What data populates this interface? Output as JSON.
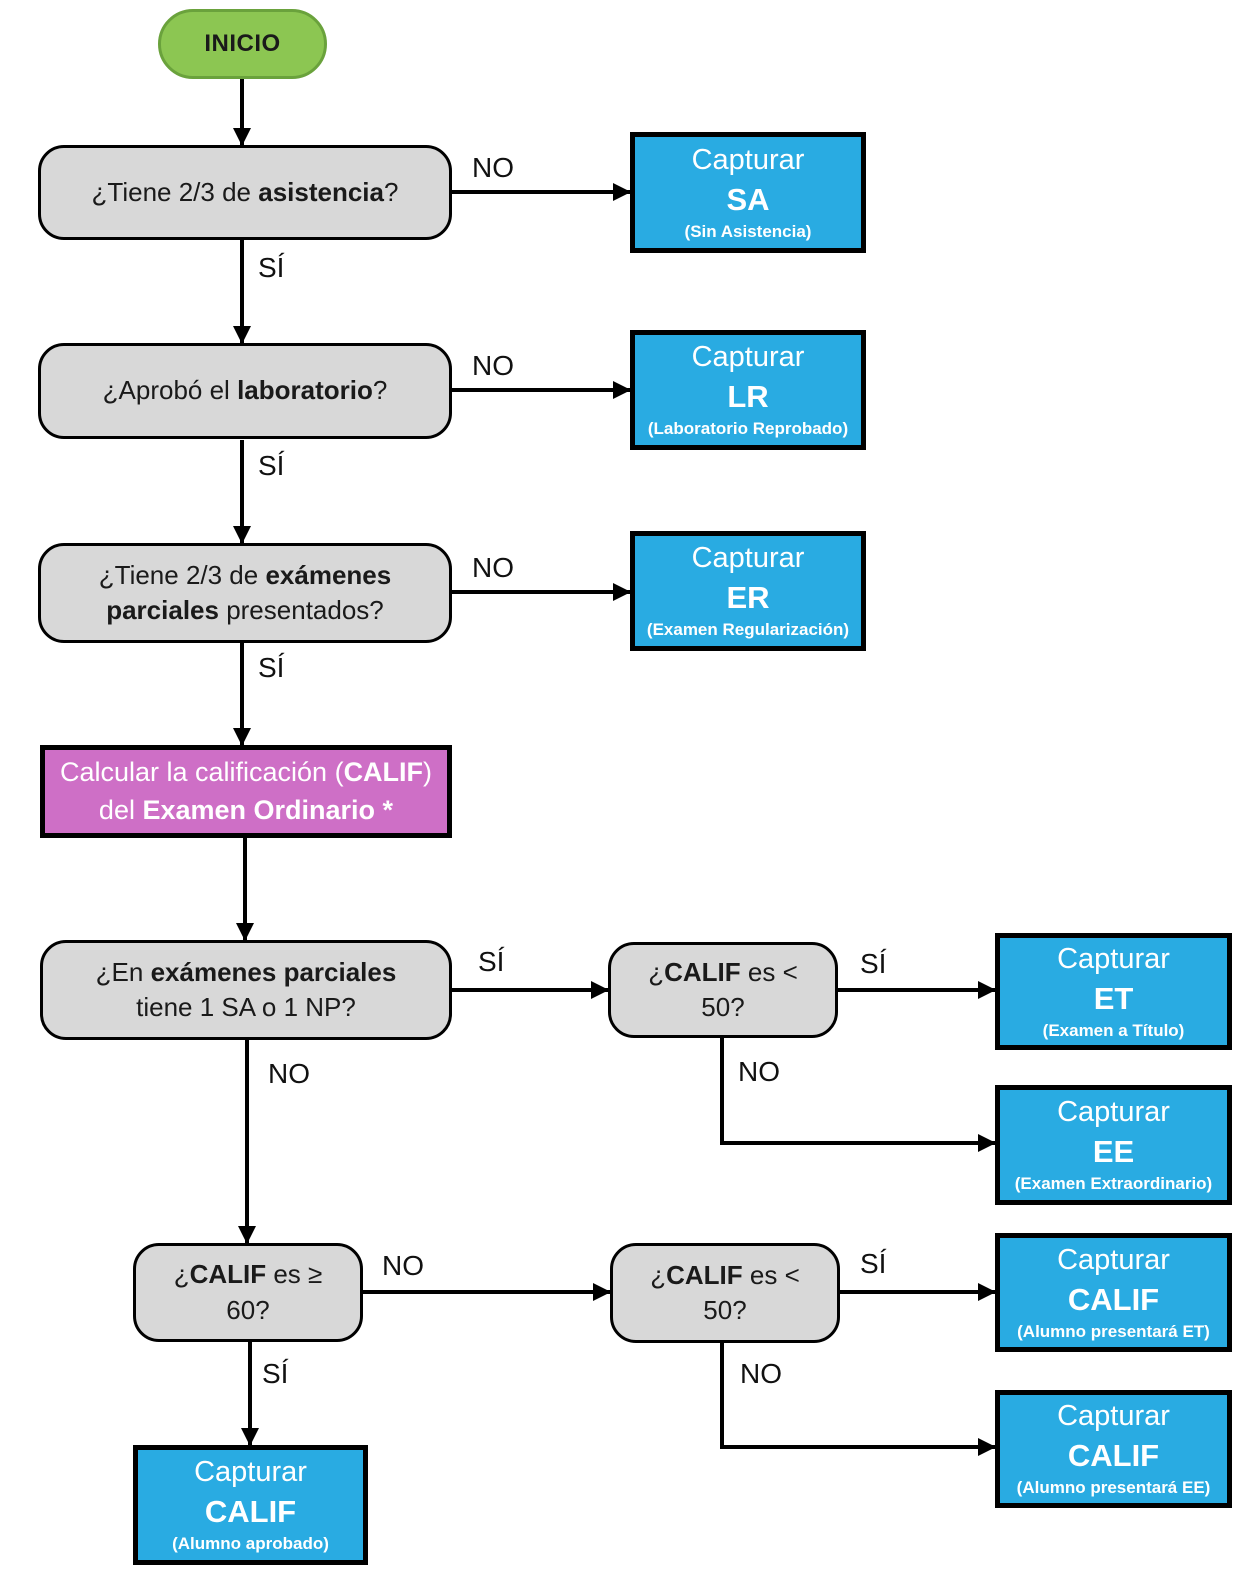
{
  "colors": {
    "green": "#8CC652",
    "green_border": "#6AA23C",
    "grey": "#D8D8D8",
    "blue": "#29ABE2",
    "pink": "#CE6FC6"
  },
  "edge_labels": {
    "yes": "SÍ",
    "no": "NO"
  },
  "nodes": {
    "start": {
      "label": "INICIO"
    },
    "q_attendance": {
      "pre": "¿Tiene 2/3 de ",
      "bold": "asistencia",
      "post": "?"
    },
    "q_lab": {
      "pre": "¿Aprobó el ",
      "bold": "laboratorio",
      "post": "?"
    },
    "q_partials": {
      "pre": "¿Tiene 2/3 de ",
      "bold": "exámenes parciales",
      "post": " presentados?"
    },
    "calc": {
      "line1_pre": "Calcular la calificación (",
      "line1_bold": "CALIF",
      "line1_post": ")",
      "line2_pre": "del ",
      "line2_bold": "Examen Ordinario *"
    },
    "q_sa_np": {
      "pre": "¿En ",
      "bold": "exámenes parciales",
      "post": " tiene 1 SA o 1 NP?"
    },
    "q_calif_lt50_top": {
      "pre": "¿",
      "bold": "CALIF",
      "post": " es < 50?"
    },
    "q_calif_ge60": {
      "pre": "¿",
      "bold": "CALIF",
      "post": " es ≥ 60?"
    },
    "q_calif_lt50_bottom": {
      "pre": "¿",
      "bold": "CALIF",
      "post": " es < 50?"
    },
    "out_sa": {
      "action": "Capturar",
      "code": "SA",
      "detail": "(Sin Asistencia)"
    },
    "out_lr": {
      "action": "Capturar",
      "code": "LR",
      "detail": "(Laboratorio Reprobado)"
    },
    "out_er": {
      "action": "Capturar",
      "code": "ER",
      "detail": "(Examen Regularización)"
    },
    "out_et": {
      "action": "Capturar",
      "code": "ET",
      "detail": "(Examen a Título)"
    },
    "out_ee": {
      "action": "Capturar",
      "code": "EE",
      "detail": "(Examen Extraordinario)"
    },
    "out_calif_et": {
      "action": "Capturar",
      "code": "CALIF",
      "detail": "(Alumno presentará ET)"
    },
    "out_calif_ee": {
      "action": "Capturar",
      "code": "CALIF",
      "detail": "(Alumno presentará EE)"
    },
    "out_calif_ok": {
      "action": "Capturar",
      "code": "CALIF",
      "detail": "(Alumno aprobado)"
    }
  }
}
